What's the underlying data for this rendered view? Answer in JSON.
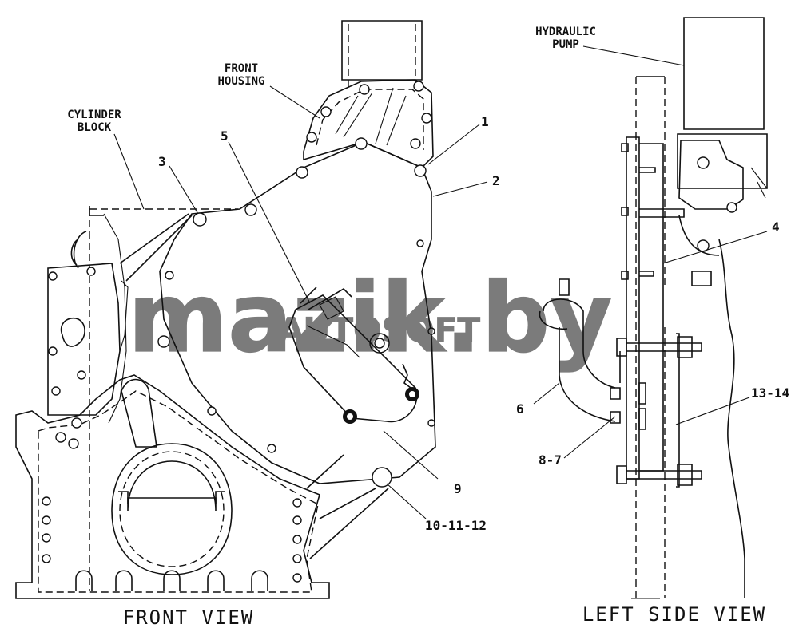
{
  "diagram": {
    "views": {
      "front": "FRONT VIEW",
      "left_side": "LEFT SIDE VIEW"
    },
    "labels": {
      "cylinder_block": [
        "CYLINDER",
        "BLOCK"
      ],
      "front_housing": [
        "FRONT",
        "HOUSING"
      ],
      "hydraulic_pump": [
        "HYDRAULIC",
        "PUMP"
      ]
    },
    "callouts": {
      "c1": "1",
      "c2": "2",
      "c3": "3",
      "c4": "4",
      "c5": "5",
      "c6": "6",
      "c8_7": "8-7",
      "c9": "9",
      "c10_11_12": "10-11-12",
      "c13_14": "13-14"
    },
    "watermark": {
      "main": "mazik.by",
      "secondary": "AUTOSOFT"
    },
    "colors": {
      "ink": "#111111",
      "background": "#ffffff",
      "watermark": "#9a9a9a"
    }
  }
}
